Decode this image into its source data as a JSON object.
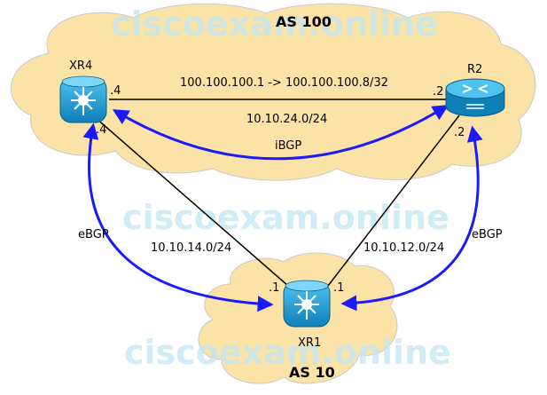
{
  "as_top": {
    "label": "AS 100"
  },
  "as_bottom": {
    "label": "AS 10"
  },
  "routers": {
    "xr4": {
      "name": "XR4",
      "icon": "router-xr-icon"
    },
    "r2": {
      "name": "R2",
      "icon": "router-icon"
    },
    "xr1": {
      "name": "XR1",
      "icon": "router-xr-icon"
    }
  },
  "links": {
    "xr4_r2": {
      "subnet": "10.10.24.0/24",
      "route": "100.100.100.1 -> 100.100.100.8/32",
      "xr4_if": ".4",
      "r2_if": ".2"
    },
    "xr4_xr1": {
      "subnet": "10.10.14.0/24",
      "xr4_if": ".4",
      "xr1_if": ".1"
    },
    "r2_xr1": {
      "subnet": "10.10.12.0/24",
      "r2_if": ".2",
      "xr1_if": ".1"
    }
  },
  "sessions": {
    "ibgp": {
      "label": "iBGP"
    },
    "ebgp_left": {
      "label": "eBGP"
    },
    "ebgp_right": {
      "label": "eBGP"
    }
  },
  "watermark": {
    "text": "ciscoexam.online"
  },
  "colors": {
    "cloud": "#fbe3a8",
    "session": "#1a1aff",
    "router": "#1a9bd7"
  }
}
